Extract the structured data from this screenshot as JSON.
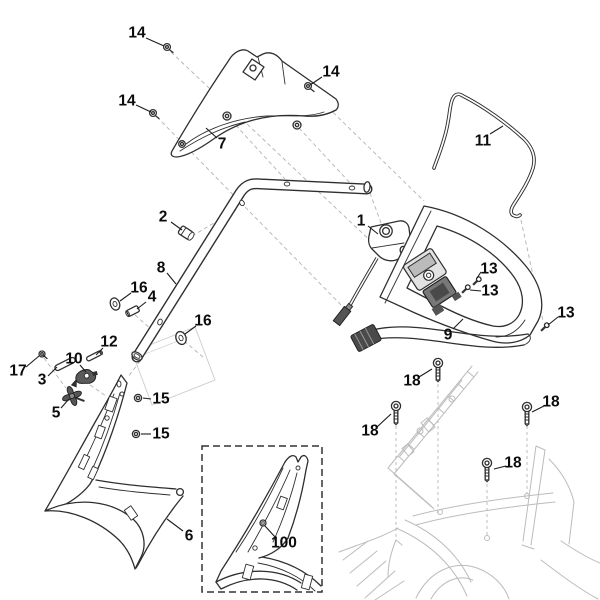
{
  "colors": {
    "background": "#ffffff",
    "line": "#2f2f2f",
    "ghost": "#bcbcbc",
    "label": "#0c0c0c"
  },
  "callouts": [
    {
      "id": "14-a",
      "text": "14"
    },
    {
      "id": "14-b",
      "text": "14"
    },
    {
      "id": "14-c",
      "text": "14"
    },
    {
      "id": "7",
      "text": "7"
    },
    {
      "id": "11",
      "text": "11"
    },
    {
      "id": "2",
      "text": "2"
    },
    {
      "id": "1",
      "text": "1"
    },
    {
      "id": "8",
      "text": "8"
    },
    {
      "id": "16-a",
      "text": "16"
    },
    {
      "id": "4",
      "text": "4"
    },
    {
      "id": "16-b",
      "text": "16"
    },
    {
      "id": "12",
      "text": "12"
    },
    {
      "id": "17",
      "text": "17"
    },
    {
      "id": "10",
      "text": "10"
    },
    {
      "id": "3",
      "text": "3"
    },
    {
      "id": "5",
      "text": "5"
    },
    {
      "id": "15-a",
      "text": "15"
    },
    {
      "id": "15-b",
      "text": "15"
    },
    {
      "id": "6",
      "text": "6"
    },
    {
      "id": "100",
      "text": "100"
    },
    {
      "id": "13-a",
      "text": "13"
    },
    {
      "id": "13-b",
      "text": "13"
    },
    {
      "id": "13-c",
      "text": "13"
    },
    {
      "id": "9",
      "text": "9"
    },
    {
      "id": "18-a",
      "text": "18"
    },
    {
      "id": "18-b",
      "text": "18"
    },
    {
      "id": "18-c",
      "text": "18"
    },
    {
      "id": "18-d",
      "text": "18"
    }
  ]
}
